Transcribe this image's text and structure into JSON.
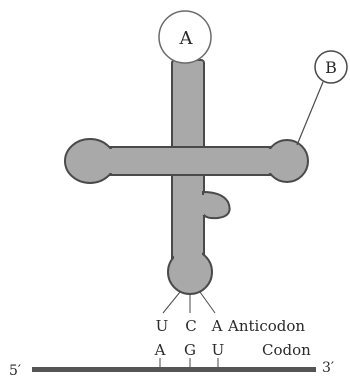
{
  "diagram": {
    "label_a": "A",
    "label_b": "B",
    "anticodon_bases": [
      "U",
      "C",
      "A"
    ],
    "anticodon_label": "Anticodon",
    "codon_bases": [
      "A",
      "G",
      "U"
    ],
    "codon_label": "Codon",
    "strand_left": "5′",
    "strand_right": "3′"
  },
  "colors": {
    "body_fill": "#a9a9a9",
    "outline": "#4a4a4a",
    "mrna_strand": "#555555",
    "circle_a_fill": "#ffffff"
  }
}
